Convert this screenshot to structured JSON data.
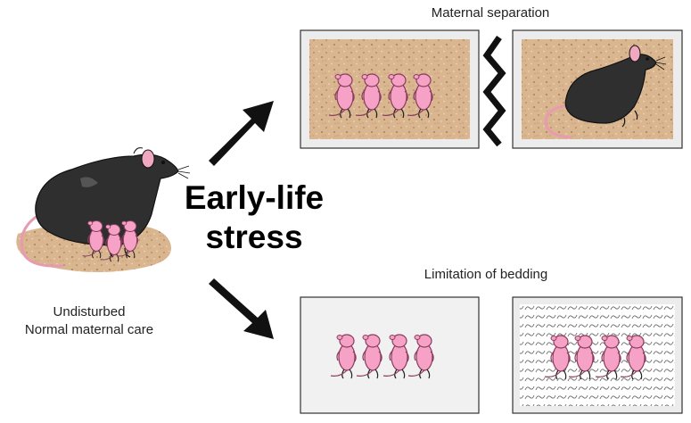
{
  "titles": {
    "maternal_separation": "Maternal separation",
    "limitation_of_bedding": "Limitation of bedding"
  },
  "center": {
    "line1": "Early-life",
    "line2": "stress"
  },
  "caption": {
    "line1": "Undisturbed",
    "line2": "Normal maternal care"
  },
  "colors": {
    "bedding": "#d8b48e",
    "panel_frame": "#e9e9e9",
    "rat_body": "#2e2e2e",
    "rat_pink": "#f0a7c0",
    "pup_pink": "#f7a3c8",
    "arrow": "#111111",
    "wire_floor": "#777777"
  },
  "icons": [
    "mother-rat-icon",
    "pup-icon",
    "arrow-icon",
    "zigzag-separator-icon",
    "wire-grid-icon"
  ]
}
